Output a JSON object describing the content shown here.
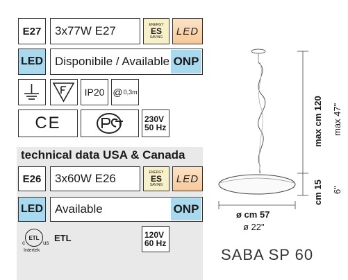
{
  "eu": {
    "socket": "E27",
    "bulb": "3x77W E27",
    "energy_top": "ENERGY",
    "energy_mark": "ES",
    "energy_bottom": "SAVING",
    "led": "LED",
    "led_badge": "LED",
    "availability": "Disponibile / Available",
    "onp": "ONP",
    "ip": "IP20",
    "cable": "0,3m",
    "ce": "CE",
    "voltage": "230V",
    "frequency": "50 Hz"
  },
  "usa": {
    "title": "technical data USA & Canada",
    "socket": "E26",
    "bulb": "3x60W E26",
    "energy_top": "ENERGY",
    "energy_mark": "ES",
    "energy_bottom": "SAVING",
    "led": "LED",
    "led_badge": "LED",
    "availability": "Available",
    "onp": "ONP",
    "cert_mark": "ETL",
    "cert_c": "c",
    "cert_us": "us",
    "cert_intertek": "Intertek",
    "voltage": "120V",
    "frequency": "60 Hz"
  },
  "dimensions": {
    "height_cm": "max cm 120",
    "height_in": "max 47\"",
    "shade_h_cm": "cm 15",
    "shade_h_in": "6\"",
    "diameter_cm": "ø cm 57",
    "diameter_in": "ø 22\""
  },
  "product": "SABA SP 60",
  "colors": {
    "blue": "#a9d9ee",
    "peach": "#f7c99a",
    "gray_panel": "#e9e9e9",
    "energy": "#f7f0c8"
  }
}
